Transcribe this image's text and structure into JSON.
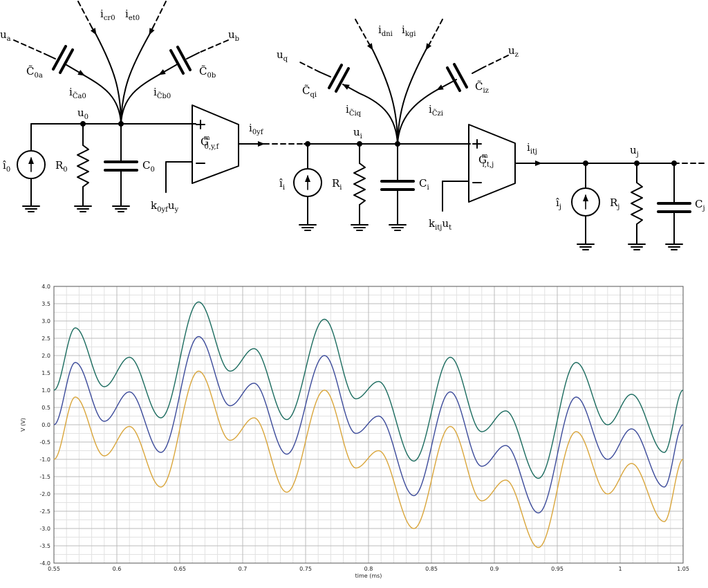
{
  "circuit": {
    "stage0": {
      "node": "u0",
      "current_source": "î0",
      "resistor": "R0",
      "capacitor": "C0",
      "coupling_cap_a": "C̃0a",
      "coupling_cap_b": "C̃0b",
      "input_a": "ua",
      "input_b": "ub",
      "cap_current_a": "iC̃a0",
      "cap_current_b": "iC̃b0",
      "branch_current_1": "icr0",
      "branch_current_2": "iet0",
      "amplifier": "Gm0,y,f",
      "amp_input": "k0yfuy",
      "output_current": "i0yf"
    },
    "stagei": {
      "node": "ui",
      "current_source": "îi",
      "resistor": "Ri",
      "capacitor": "Ci",
      "coupling_cap_q": "C̃qi",
      "coupling_cap_z": "C̃iz",
      "output_q": "uq",
      "input_z": "uz",
      "cap_current_q": "iC̃iq",
      "cap_current_z": "iC̃zi",
      "branch_current_1": "idni",
      "branch_current_2": "ikgi",
      "amplifier": "Gmi,t,j",
      "amp_input": "kitjut",
      "output_current": "iitj"
    },
    "stagej": {
      "node": "uj",
      "current_source": "îj",
      "resistor": "Rj",
      "capacitor": "Cj"
    }
  },
  "chart_data": {
    "type": "line",
    "title": "",
    "xlabel": "time (ms)",
    "ylabel": "V (V)",
    "xlim": [
      0.55,
      1.05
    ],
    "ylim": [
      -4.0,
      4.0
    ],
    "xticks": [
      0.55,
      0.6,
      0.65,
      0.7,
      0.75,
      0.8,
      0.85,
      0.9,
      0.95,
      1.0,
      1.05
    ],
    "yticks": [
      -4.0,
      -3.5,
      -3.0,
      -2.5,
      -2.0,
      -1.5,
      -1.0,
      -0.5,
      0.0,
      0.5,
      1.0,
      1.5,
      2.0,
      2.5,
      3.0,
      3.5,
      4.0
    ],
    "grid": true,
    "series": [
      {
        "color": "#1a6b5e",
        "x": [
          0.55,
          0.567,
          0.59,
          0.61,
          0.635,
          0.665,
          0.69,
          0.709,
          0.735,
          0.765,
          0.79,
          0.808,
          0.836,
          0.865,
          0.89,
          0.909,
          0.935,
          0.965,
          0.99,
          1.009,
          1.035,
          1.05
        ],
        "y": [
          1.0,
          2.8,
          1.1,
          1.95,
          0.2,
          3.55,
          1.55,
          2.2,
          0.15,
          3.05,
          0.75,
          1.25,
          -1.05,
          1.95,
          -0.2,
          0.4,
          -1.55,
          1.8,
          0.0,
          0.88,
          -0.8,
          1.0
        ]
      },
      {
        "color": "#3b4a9a",
        "x": [
          0.55,
          0.567,
          0.59,
          0.61,
          0.635,
          0.665,
          0.69,
          0.709,
          0.735,
          0.765,
          0.79,
          0.808,
          0.836,
          0.865,
          0.89,
          0.909,
          0.935,
          0.965,
          0.99,
          1.009,
          1.035,
          1.05
        ],
        "y": [
          0.0,
          1.8,
          0.1,
          0.95,
          -0.8,
          2.55,
          0.55,
          1.2,
          -0.85,
          2.0,
          -0.25,
          0.25,
          -2.05,
          0.95,
          -1.2,
          -0.6,
          -2.55,
          0.8,
          -1.0,
          -0.12,
          -1.8,
          0.0
        ]
      },
      {
        "color": "#d9a53a",
        "x": [
          0.55,
          0.567,
          0.59,
          0.61,
          0.635,
          0.665,
          0.69,
          0.709,
          0.735,
          0.765,
          0.79,
          0.808,
          0.836,
          0.865,
          0.89,
          0.909,
          0.935,
          0.965,
          0.99,
          1.009,
          1.035,
          1.05
        ],
        "y": [
          -1.0,
          0.8,
          -0.9,
          -0.05,
          -1.8,
          1.55,
          -0.45,
          0.2,
          -1.95,
          1.0,
          -1.25,
          -0.75,
          -3.0,
          -0.05,
          -2.2,
          -1.6,
          -3.55,
          -0.2,
          -2.0,
          -1.12,
          -2.8,
          -1.0
        ]
      }
    ]
  }
}
